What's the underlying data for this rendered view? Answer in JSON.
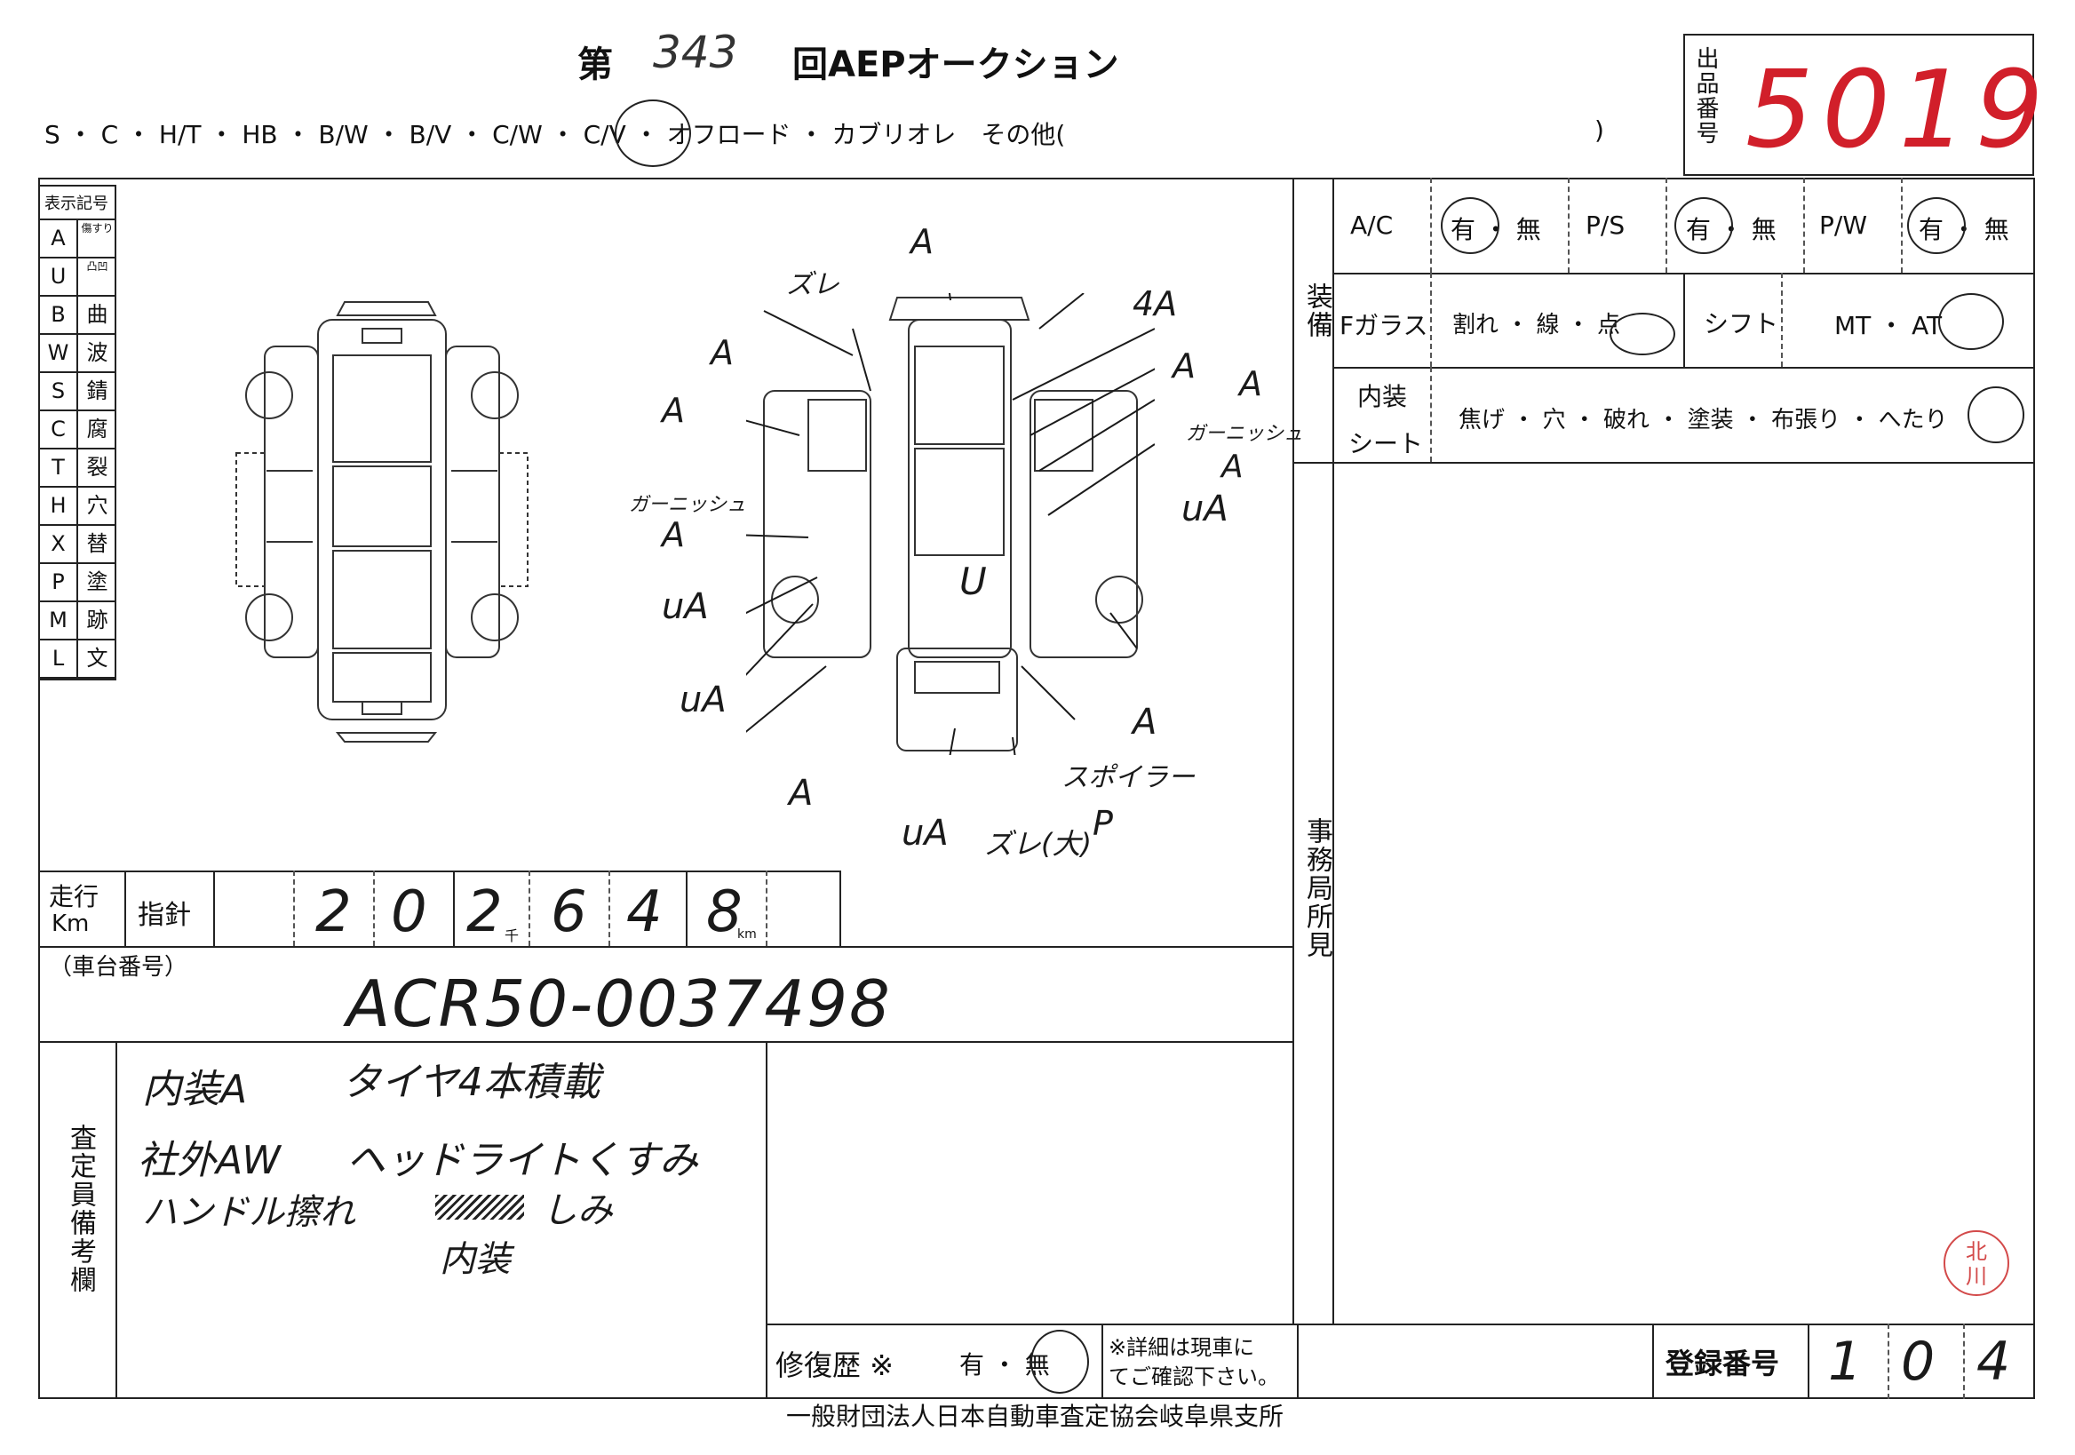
{
  "header": {
    "prefix": "第",
    "auction_no": "343",
    "suffix": "回AEPオークション",
    "body_types": "S ・ C ・ H/T ・ HB ・ B/W ・ B/V ・ C/W ・ C/V ・ オフロード ・ カブリオレ　その他(",
    "body_types_close": ")",
    "selected_body_type": "C/W"
  },
  "lot": {
    "label": "出品番号",
    "number": "5019"
  },
  "legend": {
    "title": "表示記号",
    "items": [
      {
        "code": "A",
        "meaning": "傷すり"
      },
      {
        "code": "U",
        "meaning": "凸凹"
      },
      {
        "code": "B",
        "meaning": "曲"
      },
      {
        "code": "W",
        "meaning": "波"
      },
      {
        "code": "S",
        "meaning": "錆"
      },
      {
        "code": "C",
        "meaning": "腐"
      },
      {
        "code": "T",
        "meaning": "裂"
      },
      {
        "code": "H",
        "meaning": "穴"
      },
      {
        "code": "X",
        "meaning": "替"
      },
      {
        "code": "P",
        "meaning": "塗"
      },
      {
        "code": "M",
        "meaning": "跡"
      },
      {
        "code": "L",
        "meaning": "文"
      }
    ]
  },
  "damage_marks": {
    "front_top": "A",
    "left_fender": "ズレ",
    "front_right": "4A",
    "right_front_door_top": "A",
    "right_front_door": "A",
    "left_front_a1": "A",
    "left_front_a2": "A",
    "left_garnish": "ガーニッシュ",
    "left_garnish_a": "A",
    "left_mid": "uA",
    "left_rear": "uA",
    "center_dent": "U",
    "right_garnish": "ガーニッシュ",
    "right_garnish_a": "A",
    "right_mid": "uA",
    "right_rear_a": "A",
    "spoiler": "スポイラー",
    "spoiler_p": "P",
    "rear_a": "A",
    "rear_ua": "uA",
    "rear_gap": "ズレ(大)"
  },
  "equipment": {
    "section_label": "装備",
    "ac": {
      "label": "A/C",
      "options": "有 ・ 無",
      "selected": "有"
    },
    "ps": {
      "label": "P/S",
      "options": "有 ・ 無",
      "selected": "有"
    },
    "pw": {
      "label": "P/W",
      "options": "有 ・ 無",
      "selected": "有"
    },
    "fglass": {
      "label": "Fガラス",
      "options": "割れ ・ 線 ・ 点",
      "selected": "点"
    },
    "shift": {
      "label": "シフト",
      "options": "MT ・ AT",
      "selected": "AT"
    },
    "interior": {
      "label1": "内装",
      "label2": "シート",
      "options": "焦げ ・ 穴 ・ 破れ ・ 塗装 ・ 布張り ・ へたり",
      "selected": "へたり"
    }
  },
  "office": {
    "label": "事務局所見"
  },
  "mileage": {
    "label1": "走行",
    "label2": "Km",
    "pointer_label": "指針",
    "digits": [
      "2",
      "0",
      "2",
      "6",
      "4",
      "8"
    ],
    "thousand_mark": "千",
    "km_unit": "km"
  },
  "chassis": {
    "label": "（車台番号）",
    "value": "ACR50-0037498"
  },
  "notes": {
    "label": "査定員備考欄",
    "line1a": "内装A",
    "line1b": "タイヤ4本積載",
    "line2a": "社外AW",
    "line2b": "ヘッドライトくすみ",
    "line3a": "ハンドル擦れ",
    "line3b": "しみ",
    "line4": "内装"
  },
  "repair": {
    "label": "修復歴 ※",
    "options": "有 ・ 無",
    "selected": "無",
    "note1": "※詳細は現車に",
    "note2": "てご確認下さい。"
  },
  "registration": {
    "label": "登録番号",
    "digits": [
      "1",
      "0",
      "4"
    ]
  },
  "stamp": {
    "text": "北川"
  },
  "footer": {
    "issuer": "一般財団法人日本自動車査定協会岐阜県支所"
  }
}
